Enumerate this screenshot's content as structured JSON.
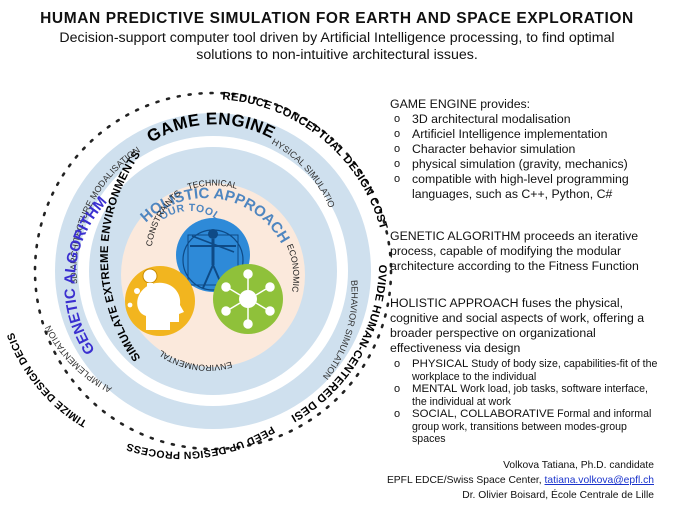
{
  "header": {
    "title": "HUMAN PREDICTIVE SIMULATION FOR EARTH AND SPACE EXPLORATION",
    "subtitle_line1": "Decision-support computer tool driven by Artificial Intelligence processing, to find optimal",
    "subtitle_line2": "solutions to non-intuitive architectural issues."
  },
  "diagram": {
    "our_tool": "OUR TOOL",
    "outer_labels": [
      "SIMULATE EXTREME ENVIRONMENTS",
      "REDUCE CONCEPTUAL DESIGN COST",
      "PROVIDE HUMAN-CENTERED DESIGN",
      "SPEED UP DESIGN PROCESS",
      "OPTIMIZE DESIGN DECISION"
    ],
    "game_engine": "GAME ENGINE",
    "ring_labels": [
      "3D ARCHITECTURE MODALISATION",
      "PHYSICAL SIMULATION",
      "BEHAVIOR SIMULATION",
      "AI IMPLEMENTATION"
    ],
    "genetic_algorithm": "GENETIC ALGORITHM",
    "holistic_approach": "HOLISTIC APPROACH",
    "inner_labels": [
      "CONSTRAINTS",
      "TECHNICAL",
      "ECONOMIC",
      "ENVIRONMENTAL"
    ]
  },
  "game_engine_panel": {
    "heading_term": "GAME ENGINE",
    "heading_rest": " provides:",
    "items": [
      "3D architectural modalisation",
      "Artificiel Intelligence implementation",
      "Character behavior simulation",
      "physical simulation (gravity, mechanics)",
      "compatible with high-level programming languages, such as C++, Python, C#"
    ]
  },
  "genetic_panel": {
    "term": "GENETIC ALGORITHM",
    "text": " proceeds an iterative process, capable of modifying the modular architecture according to the Fitness Function"
  },
  "holistic_panel": {
    "term": "HOLISTIC APPROACH",
    "text": " fuses the physical, cognitive and social aspects of work, offering a broader perspective on organizational effectiveness via design",
    "items": [
      {
        "term": "PHYSICAL",
        "text": " Study of body size, capabilities-fit of the workplace to the individual"
      },
      {
        "term": "MENTAL",
        "text": " Work load, job tasks, software interface, the individual at work"
      },
      {
        "term": "SOCIAL, COLLABORATIVE",
        "text": " Formal and informal group work, transitions between modes-group spaces"
      }
    ]
  },
  "credits": {
    "line1": "Volkova Tatiana, Ph.D. candidate",
    "line2_prefix": "EPFL EDCE/Swiss Space Center, ",
    "email": "tatiana.volkova@epfl.ch",
    "line3": "Dr. Olivier Boisard, École Centrale de Lille"
  },
  "colors": {
    "ring_blue": "#cfe0ee",
    "core_peach": "#fbe9dc",
    "accent_blue": "#4f86c0",
    "genetic_purple": "#3a2fd0",
    "circle_blue": "#2e8ad8",
    "circle_yellow": "#f2b51f",
    "circle_green": "#8fc13a"
  },
  "icons": [
    "vitruvian-man-icon",
    "head-lightbulb-icon",
    "people-network-icon"
  ]
}
